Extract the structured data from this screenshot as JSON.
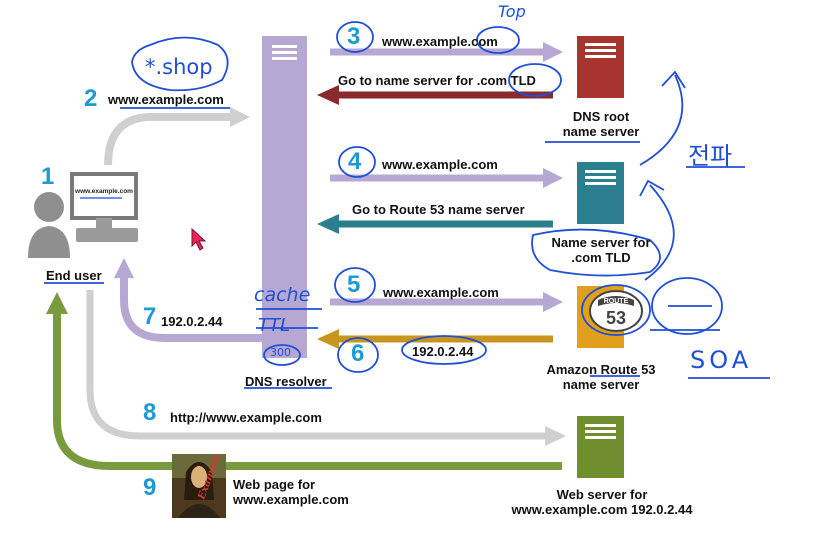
{
  "steps": {
    "s1": "1",
    "s2": "2",
    "s3": "3",
    "s4": "4",
    "s5": "5",
    "s6": "6",
    "s7": "7",
    "s8": "8",
    "s9": "9"
  },
  "labels": {
    "end_user": "End user",
    "dns_resolver": "DNS resolver",
    "dns_root": "DNS root\nname server",
    "tld_server": "Name server for\n.com TLD",
    "route53": "Amazon Route 53\nname server",
    "web_server": "Web server for\nwww.example.com 192.0.2.44",
    "web_page": "Web page for\nwww.example.com",
    "monitor_text": "www.example.com",
    "route53_badge_top": "ROUTE",
    "route53_badge_num": "53"
  },
  "messages": {
    "m2": "www.example.com",
    "m3": "www.example.com",
    "m3_reply": "Go to name server for .com TLD",
    "m4": "www.example.com",
    "m4_reply": "Go to Route 53 name server",
    "m5": "www.example.com",
    "m6": "192.0.2.44",
    "m7": "192.0.2.44",
    "m8": "http://www.example.com"
  },
  "annotations": {
    "shop": "*.shop",
    "top": "Top",
    "cache": "cache",
    "ttl": "TTL",
    "ttl_val": "300",
    "korean": "전파",
    "soa": "SOA"
  },
  "colors": {
    "resolver": "#b7a8d3",
    "root_server": "#a8342e",
    "tld_server": "#2b7f8e",
    "route53_server": "#e0a01e",
    "web_server": "#6f8f2e",
    "arrow_purple": "#b7a8d3",
    "arrow_red": "#8a2a2a",
    "arrow_teal": "#2b7f8e",
    "arrow_gold": "#c8961e",
    "arrow_gray": "#cfcfcf",
    "arrow_green": "#7a9a3e",
    "step_number": "#1b9ad6",
    "ink": "#1f4fd6"
  }
}
